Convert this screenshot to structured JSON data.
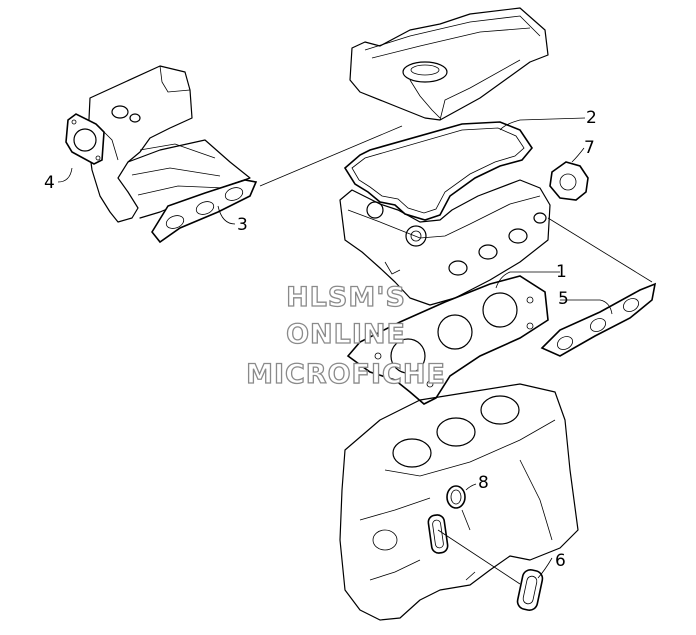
{
  "callouts": [
    {
      "id": "1",
      "label": "1"
    },
    {
      "id": "2",
      "label": "2"
    },
    {
      "id": "3",
      "label": "3"
    },
    {
      "id": "4",
      "label": "4"
    },
    {
      "id": "5",
      "label": "5"
    },
    {
      "id": "6",
      "label": "6"
    },
    {
      "id": "7",
      "label": "7"
    },
    {
      "id": "8",
      "label": "8"
    }
  ],
  "watermark": {
    "line1": "HLSM'S",
    "line2": "ONLINE",
    "line3": "MICROFICHE"
  }
}
